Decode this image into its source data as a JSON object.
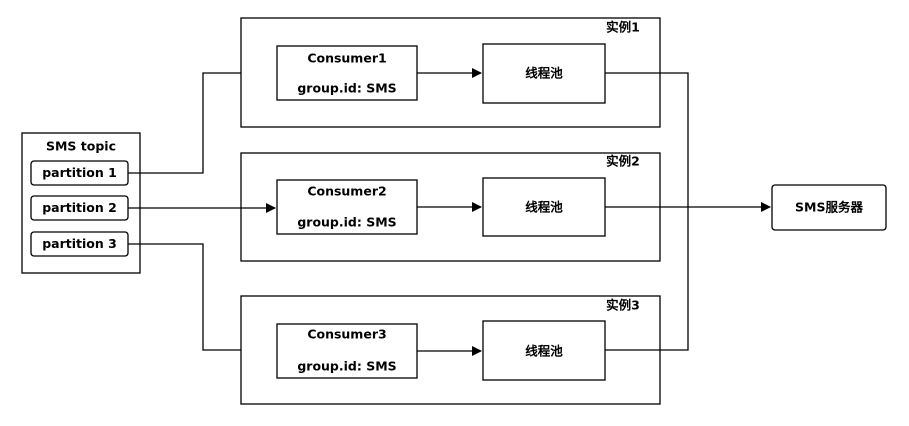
{
  "topic": {
    "title": "SMS topic",
    "partitions": [
      "partition 1",
      "partition 2",
      "partition 3"
    ]
  },
  "instances": [
    {
      "label": "实例1",
      "consumer": "Consumer1",
      "group": "group.id: SMS",
      "pool": "线程池"
    },
    {
      "label": "实例2",
      "consumer": "Consumer2",
      "group": "group.id: SMS",
      "pool": "线程池"
    },
    {
      "label": "实例3",
      "consumer": "Consumer3",
      "group": "group.id: SMS",
      "pool": "线程池"
    }
  ],
  "server": {
    "label": "SMS服务器"
  }
}
